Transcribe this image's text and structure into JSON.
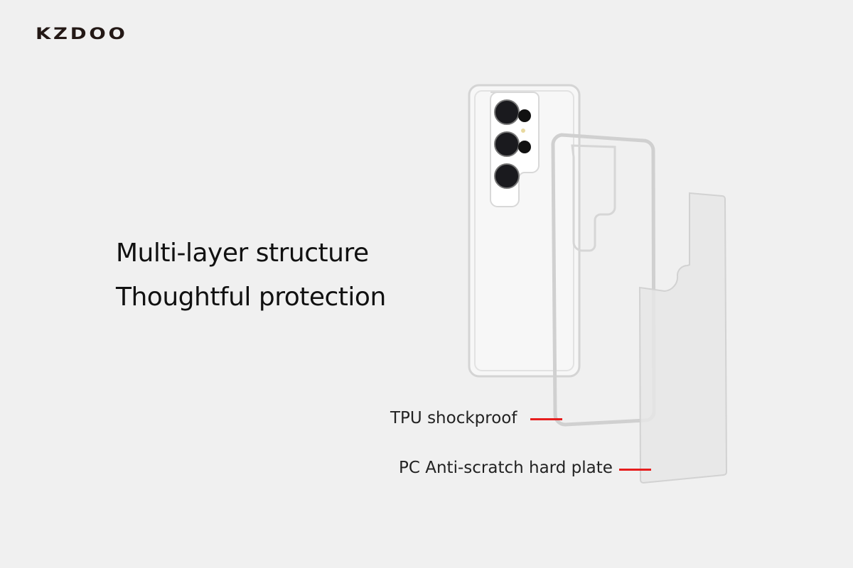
{
  "brand": {
    "logo_text": "KZDOO"
  },
  "headline": {
    "line1": "Multi-layer structure",
    "line2": "Thoughtful protection"
  },
  "callouts": [
    {
      "label": "TPU shockproof",
      "color": "#e61e1e"
    },
    {
      "label": "PC Anti-scratch hard plate",
      "color": "#e61e1e"
    }
  ]
}
